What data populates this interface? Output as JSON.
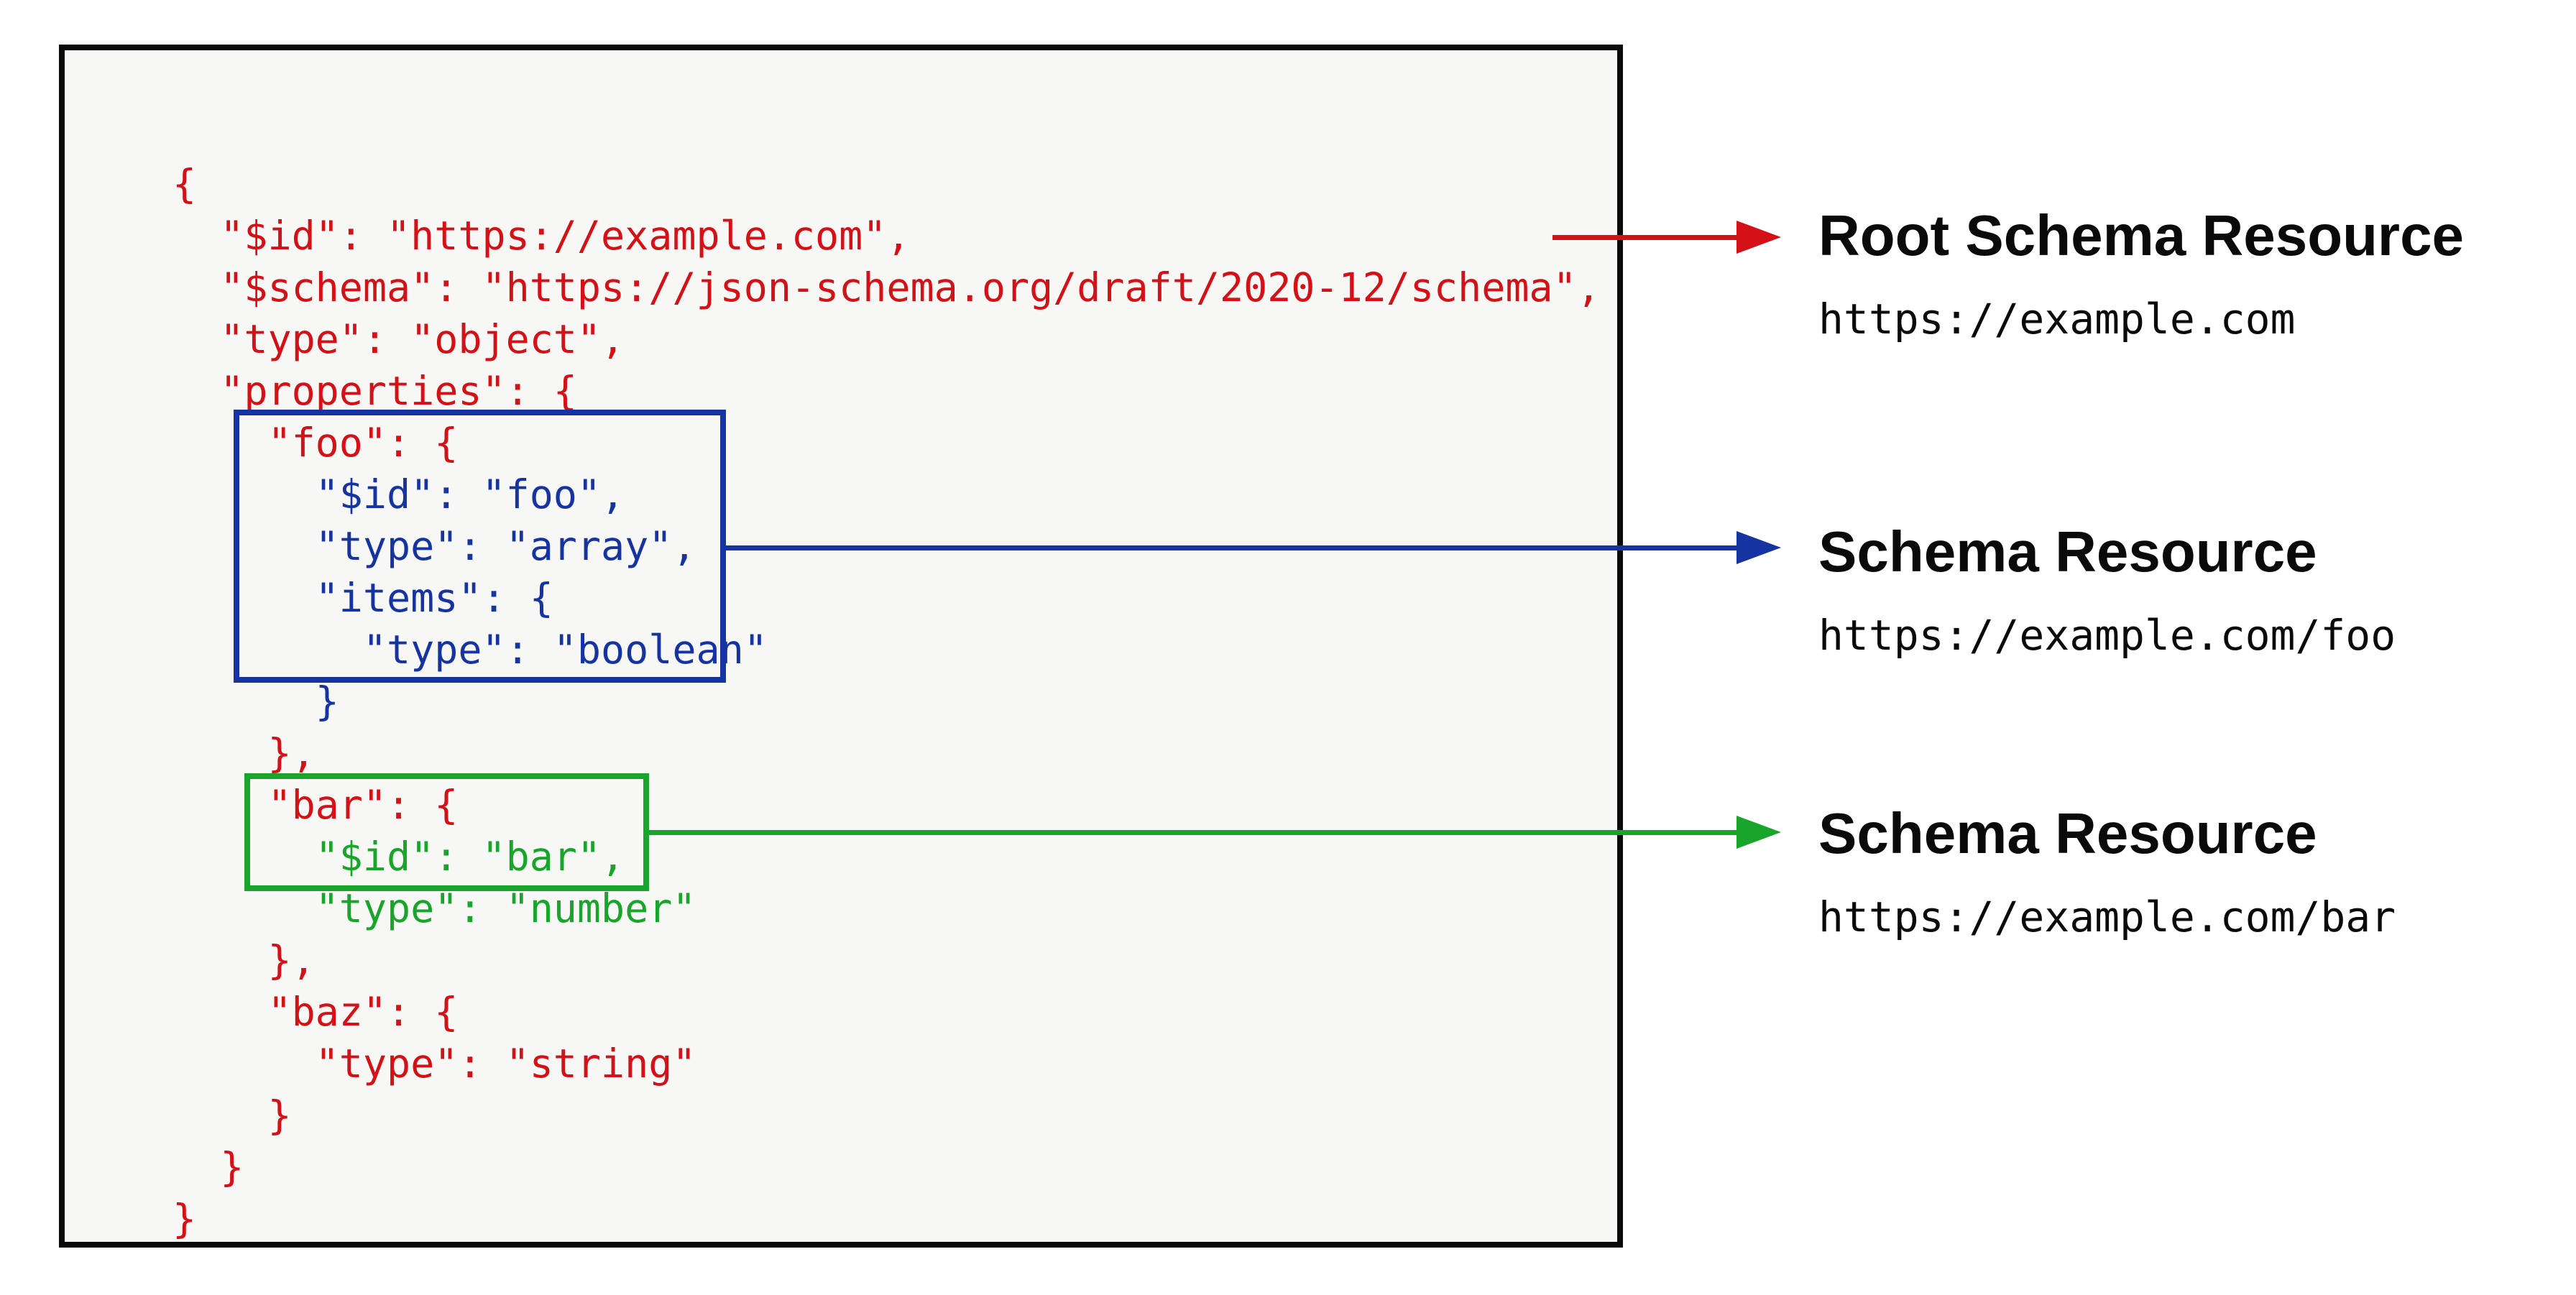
{
  "colors": {
    "code_red": "#d31116",
    "resource_blue": "#1634a1",
    "resource_green": "#19a52c",
    "box_border": "#0a0a0a",
    "code_background": "#f7f7f5",
    "label_text": "#0a0a0a"
  },
  "code": {
    "lines": [
      {
        "text": "{",
        "color": "red"
      },
      {
        "text": "  \"$id\": \"https://example.com\",",
        "color": "red"
      },
      {
        "text": "  \"$schema\": \"https://json-schema.org/draft/2020-12/schema\",",
        "color": "red"
      },
      {
        "text": "  \"type\": \"object\",",
        "color": "red"
      },
      {
        "text": "  \"properties\": {",
        "color": "red"
      },
      {
        "text": "    \"foo\": {",
        "color": "red"
      },
      {
        "text": "      \"$id\": \"foo\",",
        "color": "blue"
      },
      {
        "text": "      \"type\": \"array\",",
        "color": "blue"
      },
      {
        "text": "      \"items\": {",
        "color": "blue"
      },
      {
        "text": "        \"type\": \"boolean\"",
        "color": "blue"
      },
      {
        "text": "      }",
        "color": "blue"
      },
      {
        "text": "    },",
        "color": "red"
      },
      {
        "text": "    \"bar\": {",
        "color": "red"
      },
      {
        "text": "      \"$id\": \"bar\",",
        "color": "green"
      },
      {
        "text": "      \"type\": \"number\"",
        "color": "green"
      },
      {
        "text": "    },",
        "color": "red"
      },
      {
        "text": "    \"baz\": {",
        "color": "red"
      },
      {
        "text": "      \"type\": \"string\"",
        "color": "red"
      },
      {
        "text": "    }",
        "color": "red"
      },
      {
        "text": "  }",
        "color": "red"
      },
      {
        "text": "}",
        "color": "red"
      }
    ]
  },
  "annotations": [
    {
      "title": "Root Schema Resource",
      "url": "https://example.com",
      "accent": "#d31116"
    },
    {
      "title": "Schema Resource",
      "url": "https://example.com/foo",
      "accent": "#1634a1"
    },
    {
      "title": "Schema Resource",
      "url": "https://example.com/bar",
      "accent": "#19a52c"
    }
  ]
}
